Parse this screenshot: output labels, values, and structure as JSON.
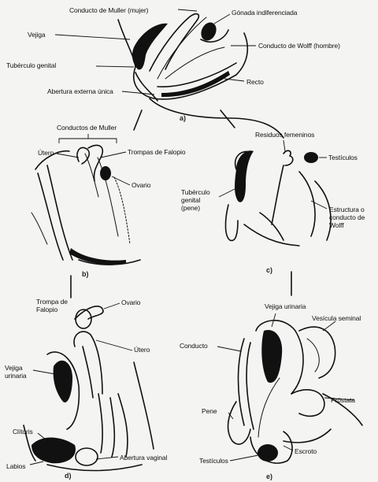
{
  "figure": {
    "labels": {
      "conducto_muller_mujer": "Conducto de Muller (mujer)",
      "gonada_indiferenciada": "Gónada indiferenciada",
      "vejiga": "Vejiga",
      "conducto_wolff_hombre": "Conducto de Wolff (hombre)",
      "tuberculo_genital_a": "Tubérculo genital",
      "recto": "Recto",
      "abertura_externa_unica": "Abertura externa única",
      "conductos_muller": "Conductos de Muller",
      "utero_b": "Útero",
      "trompas_falopio_b": "Trompas de Falopio",
      "ovario_b": "Ovario",
      "residuos_femeninos": "Residuos femeninos",
      "testiculos_c": "Testículos",
      "tuberculo_genital_c": "Tubérculo genital (pene)",
      "estructura_wolff": "Estructura o conducto de Wolff",
      "trompa_falopio_d": "Trompa de Falopio",
      "ovario_d": "Ovario",
      "utero_d": "Útero",
      "vejiga_urinaria_d": "Vejiga urinaria",
      "clitoris": "Clítoris",
      "labios": "Labios",
      "abertura_vaginal": "Abertura vaginal",
      "vejiga_urinaria_e": "Vejiga urinaria",
      "vesicula_seminal": "Vesícula seminal",
      "conducto": "Conducto",
      "prostata": "Próstata",
      "pene": "Pene",
      "escroto": "Escroto",
      "testiculos_e": "Testículos"
    },
    "panels": [
      "a)",
      "b)",
      "c)",
      "d)",
      "e)"
    ]
  }
}
